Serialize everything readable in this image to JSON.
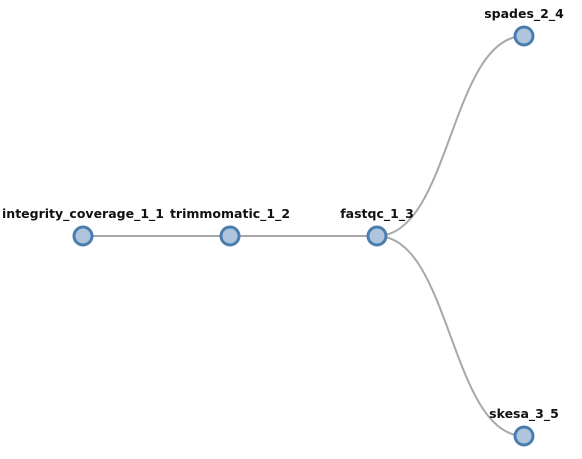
{
  "diagram": {
    "type": "pipeline-tree",
    "colors": {
      "edge": "#a8a8a8",
      "node_fill": "#b0c4de",
      "node_stroke": "#4a7eb0",
      "label": "#111111"
    },
    "nodes": [
      {
        "id": "n1",
        "label": "integrity_coverage_1_1"
      },
      {
        "id": "n2",
        "label": "trimmomatic_1_2"
      },
      {
        "id": "n3",
        "label": "fastqc_1_3"
      },
      {
        "id": "n4",
        "label": "spades_2_4"
      },
      {
        "id": "n5",
        "label": "skesa_3_5"
      }
    ],
    "edges": [
      {
        "from": "n1",
        "to": "n2"
      },
      {
        "from": "n2",
        "to": "n3"
      },
      {
        "from": "n3",
        "to": "n4"
      },
      {
        "from": "n3",
        "to": "n5"
      }
    ]
  }
}
